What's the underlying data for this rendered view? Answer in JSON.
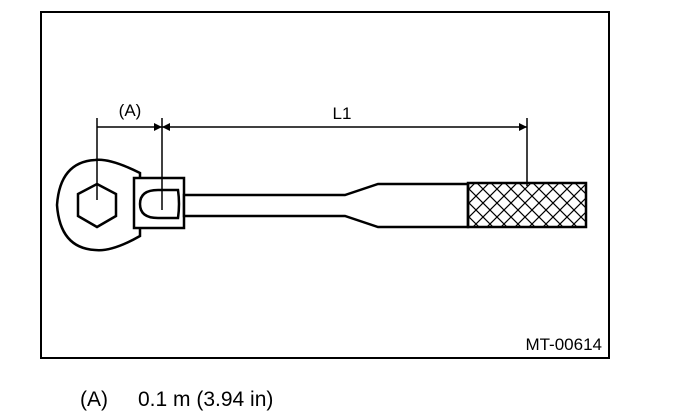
{
  "figure": {
    "label_a": "(A)",
    "label_l1": "L1",
    "figure_code": "MT-00614"
  },
  "legend": {
    "items": [
      {
        "key": "(A)",
        "text": "0.1 m (3.94 in)"
      }
    ]
  },
  "colors": {
    "line": "#000000",
    "background": "#ffffff"
  }
}
